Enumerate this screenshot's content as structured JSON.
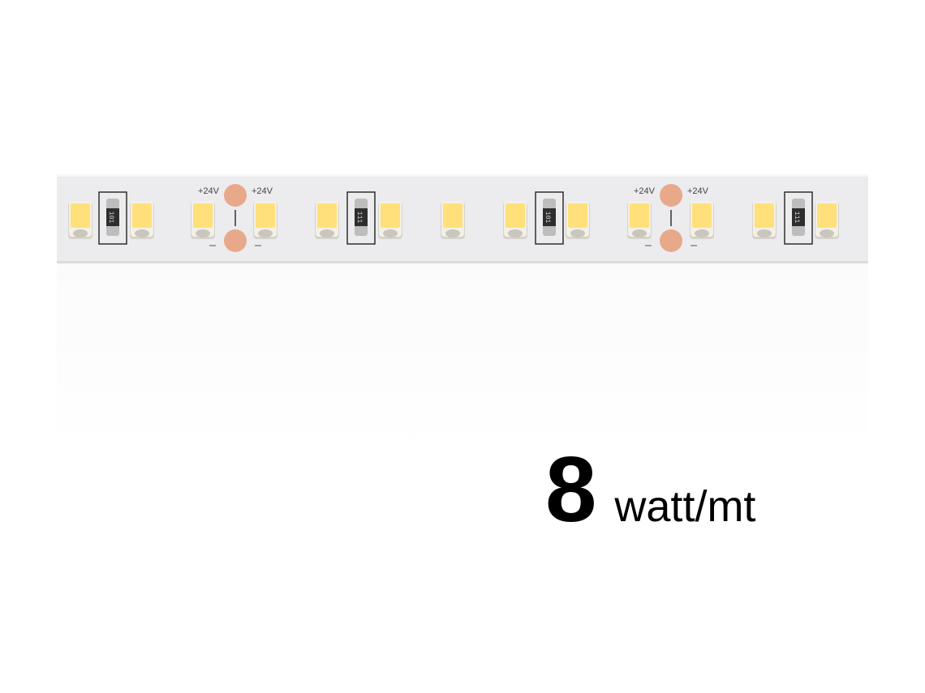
{
  "strip": {
    "pad_labels": [
      "+24V",
      "+24V",
      "+24V",
      "+24V"
    ],
    "resistor_codes": [
      "101",
      "111",
      "101",
      "111"
    ],
    "colors": {
      "pcb": "#ececef",
      "led_body": "#f3f0e6",
      "phosphor": "#ffe07a",
      "copper": "#e8a98a",
      "resistor": "#2e2e2e"
    }
  },
  "caption": {
    "value": "8",
    "unit": "watt/mt"
  }
}
